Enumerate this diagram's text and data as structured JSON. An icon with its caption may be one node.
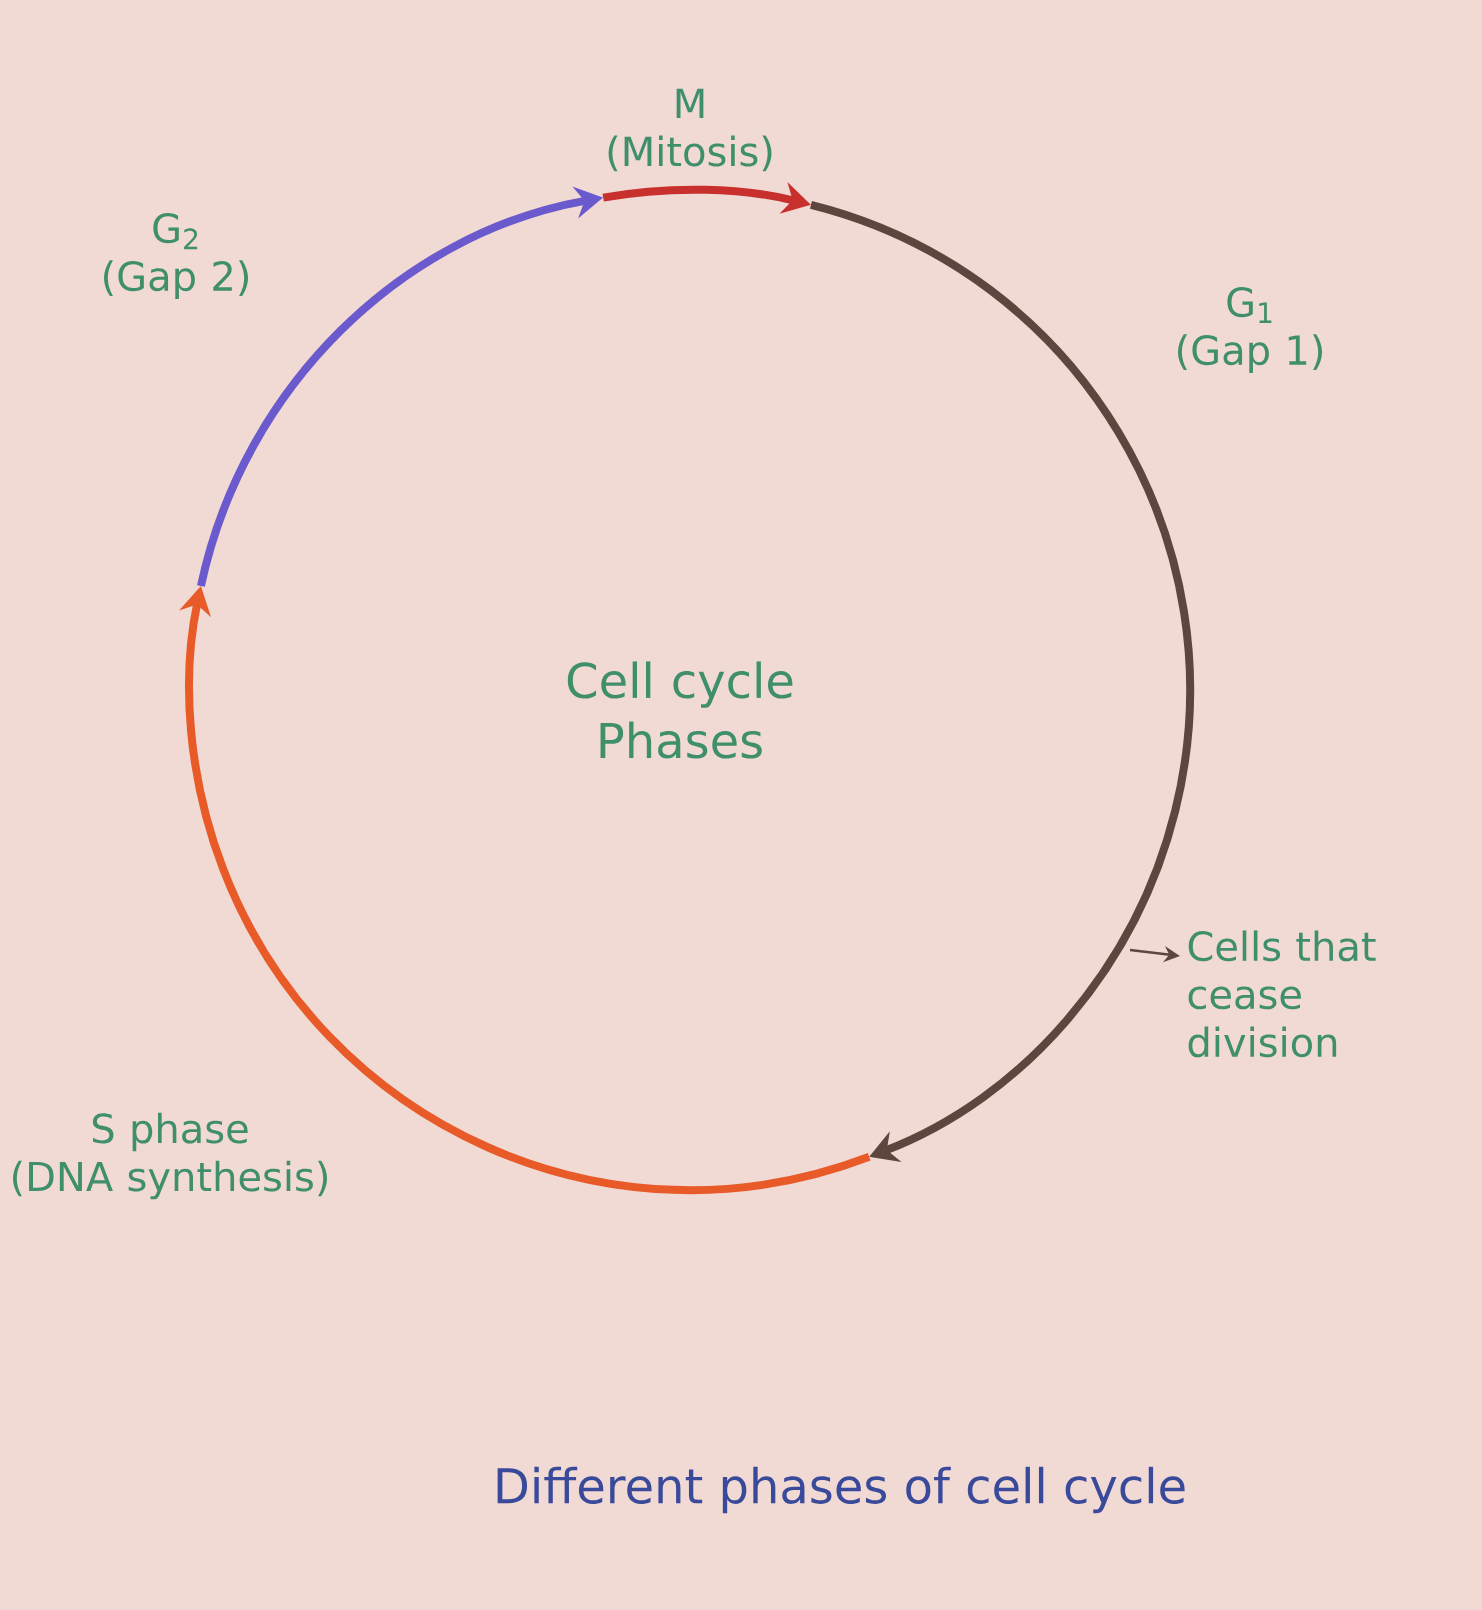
{
  "diagram": {
    "caption": "Different phases of cell cycle",
    "nodes": [
      {
        "text": [
          "M",
          "(Mitosis)"
        ]
      },
      {
        "text": [
          "G$_{1}$",
          "(Gap 1)"
        ]
      },
      {
        "text": [
          "S phase",
          "(DNA synthesis)"
        ]
      },
      {
        "text": [
          "G$_{2}$",
          "(Gap 2)"
        ]
      },
      {
        "text": [
          "Cells that cease division"
        ]
      }
    ],
    "edges": [
      {
        "from": null,
        "to": 4,
        "arrow": "to"
      }
    ],
    "labels": [
      "Cell cycle Phases"
    ]
  }
}
